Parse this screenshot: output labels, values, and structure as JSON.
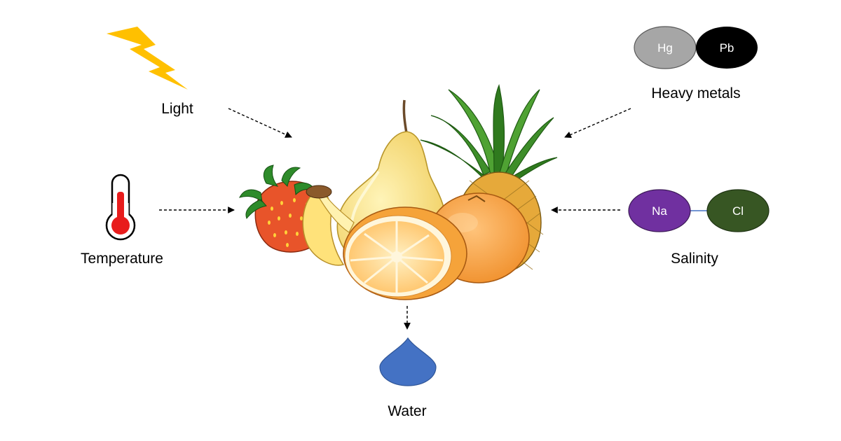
{
  "factors": {
    "light": "Light",
    "temperature": "Temperature",
    "heavy_metals": "Heavy metals",
    "salinity": "Salinity",
    "water": "Water"
  },
  "atoms": {
    "hg": "Hg",
    "pb": "Pb",
    "na": "Na",
    "cl": "Cl"
  },
  "colors": {
    "lightning": "#FFC000",
    "thermometer_fill": "#E81C1C",
    "hg": "#A6A6A6",
    "pb": "#000000",
    "na": "#7030A0",
    "cl": "#375623",
    "water_drop": "#4472C4",
    "arrow": "#000000"
  },
  "icons": {
    "light": "lightning-bolt-icon",
    "temperature": "thermometer-icon",
    "water": "water-drop-icon",
    "fruits": "fruit-cluster-illustration"
  }
}
